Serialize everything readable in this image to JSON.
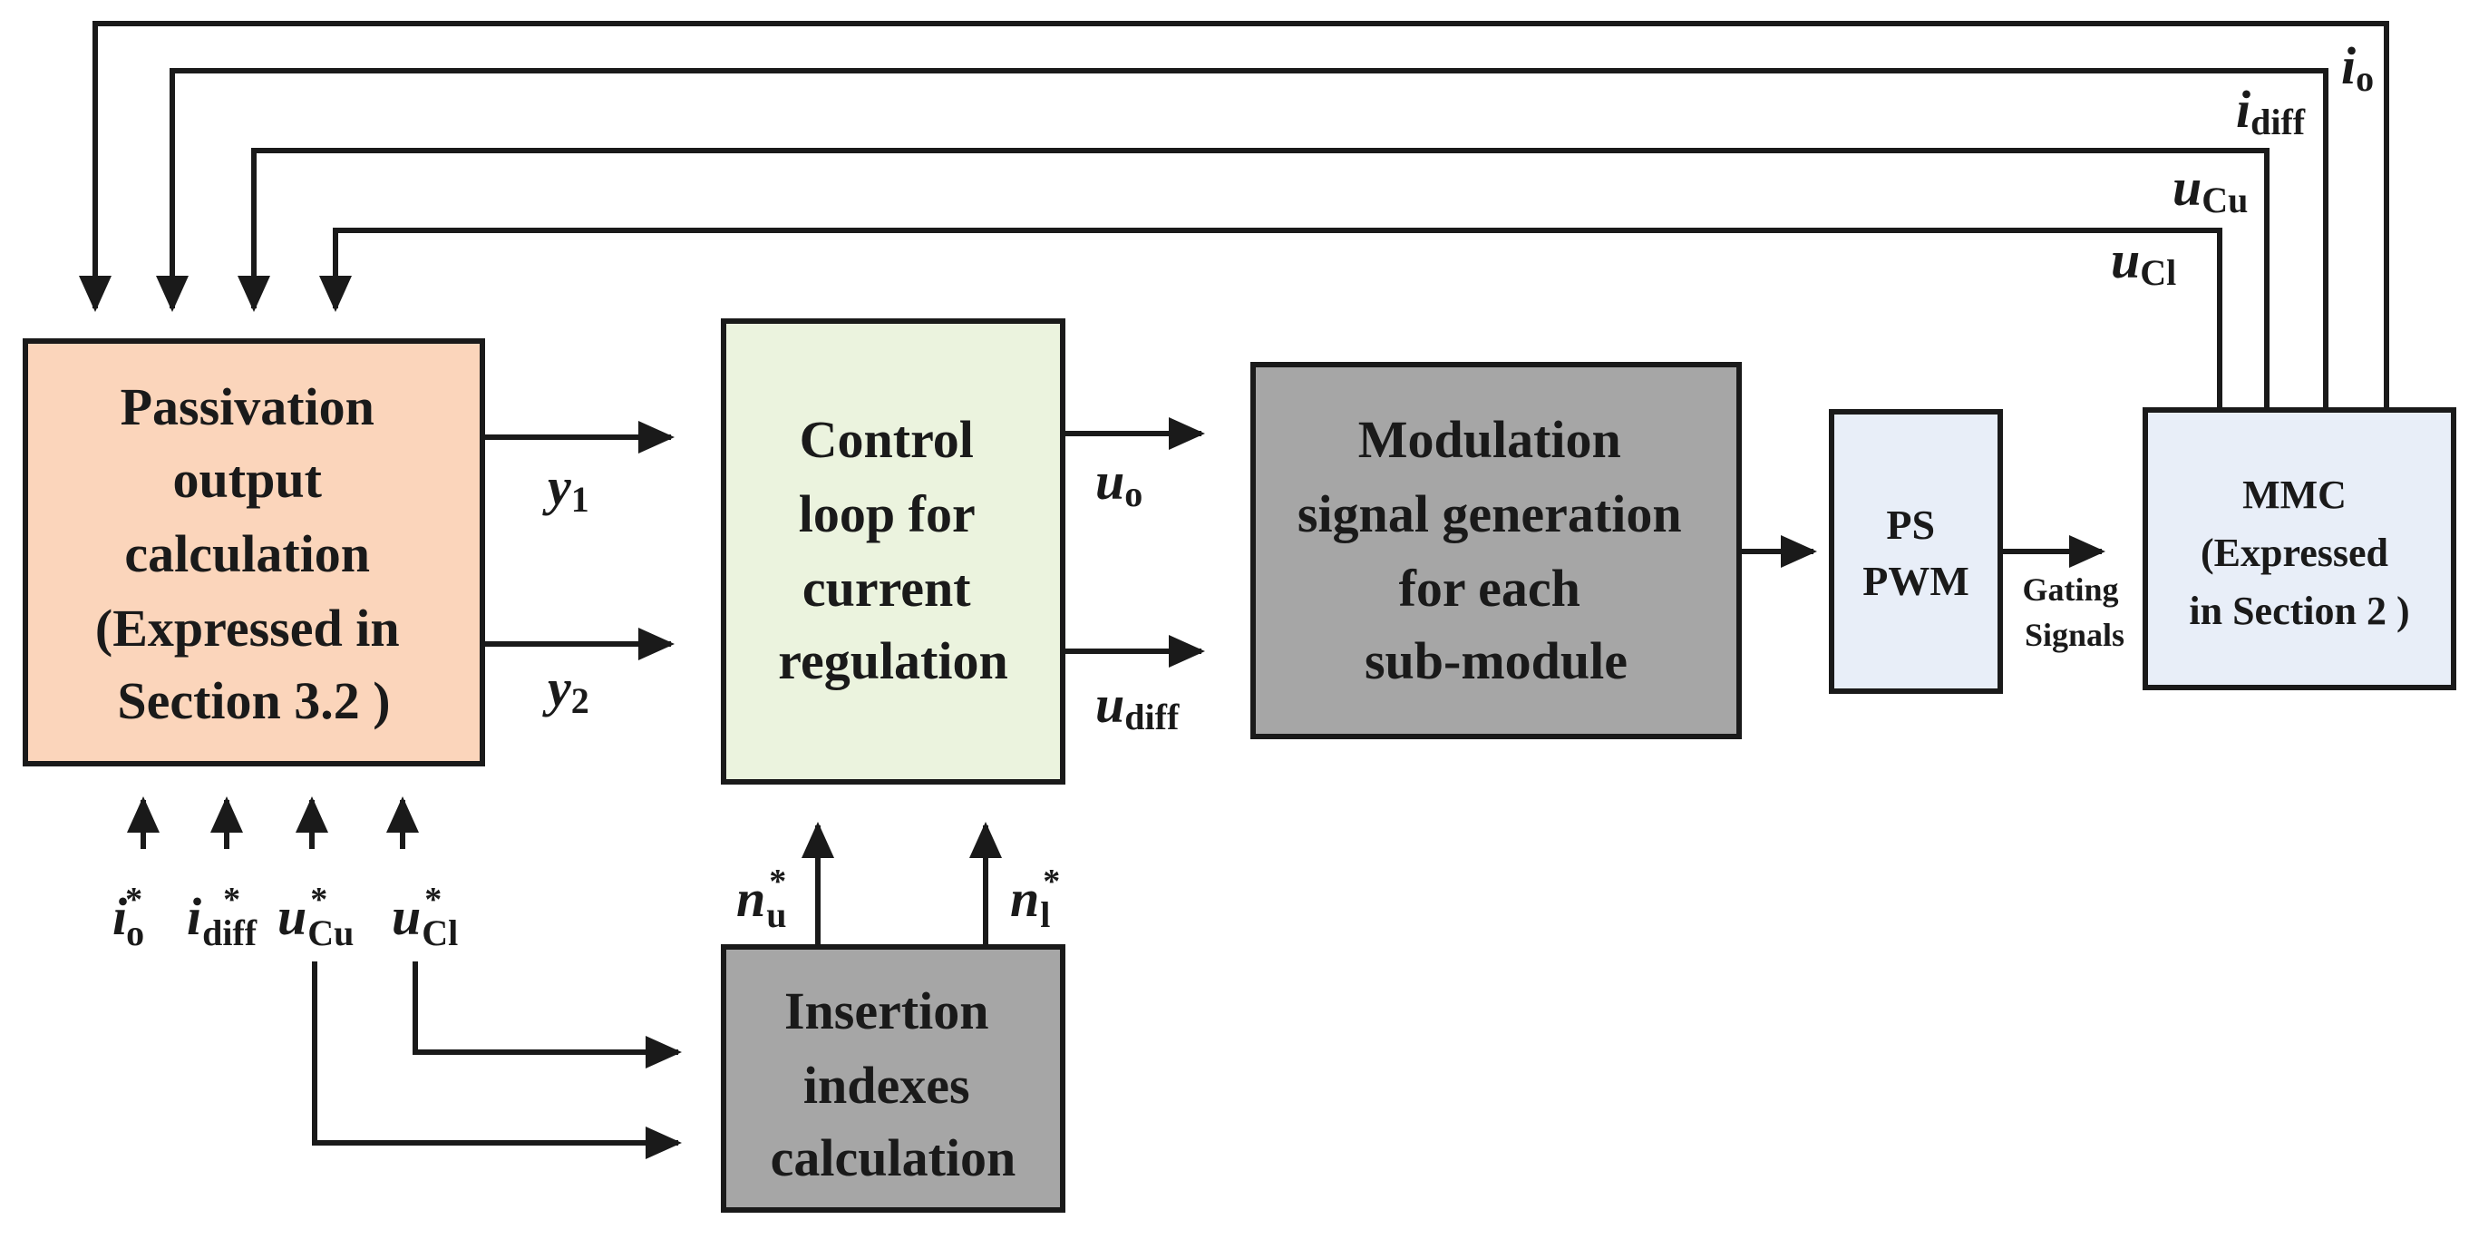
{
  "colors": {
    "passivation_fill": "#FBD5BB",
    "control_fill": "#EBF3DE",
    "modulation_fill": "#A6A6A6",
    "pspwm_fill": "#E8EEF8",
    "mmc_fill": "#E8EEF8",
    "insertion_fill": "#A6A6A6",
    "line": "#1a1a1a"
  },
  "blocks": {
    "passivation": {
      "lines": [
        "Passivation",
        "output",
        "calculation",
        "(Expressed in",
        "Section 3.2 )"
      ]
    },
    "control": {
      "lines": [
        "Control",
        "loop for",
        "current",
        "regulation"
      ]
    },
    "modulation": {
      "lines": [
        "Modulation",
        "signal generation",
        "for each",
        "sub-module"
      ]
    },
    "pspwm": {
      "lines": [
        "PS",
        "PWM"
      ]
    },
    "mmc": {
      "lines": [
        "MMC",
        "(Expressed",
        "in Section 2 )"
      ]
    },
    "insertion": {
      "lines": [
        "Insertion",
        "indexes",
        "calculation"
      ]
    }
  },
  "gating_label": {
    "lines": [
      "Gating",
      "Signals"
    ]
  },
  "signals": {
    "y1": {
      "main": "y",
      "sub": "1"
    },
    "y2": {
      "main": "y",
      "sub": "2"
    },
    "uo": {
      "main": "u",
      "sub": "o"
    },
    "udiff": {
      "main": "u",
      "sub": "diff"
    },
    "io_fb": {
      "main": "i",
      "sub": "o"
    },
    "idiff_fb": {
      "main": "i",
      "sub": "diff"
    },
    "ucu_fb": {
      "main": "u",
      "sub": "Cu"
    },
    "ucl_fb": {
      "main": "u",
      "sub": "Cl"
    },
    "io_ref": {
      "main": "i",
      "sub": "o",
      "sup": "*"
    },
    "idiff_ref": {
      "main": "i",
      "sub": "diff",
      "sup": "*"
    },
    "ucu_ref": {
      "main": "u",
      "sub": "Cu",
      "sup": "*"
    },
    "ucl_ref": {
      "main": "u",
      "sub": "Cl",
      "sup": "*"
    },
    "nu_ref": {
      "main": "n",
      "sub": "u",
      "sup": "*"
    },
    "nl_ref": {
      "main": "n",
      "sub": "l",
      "sup": "*"
    }
  }
}
